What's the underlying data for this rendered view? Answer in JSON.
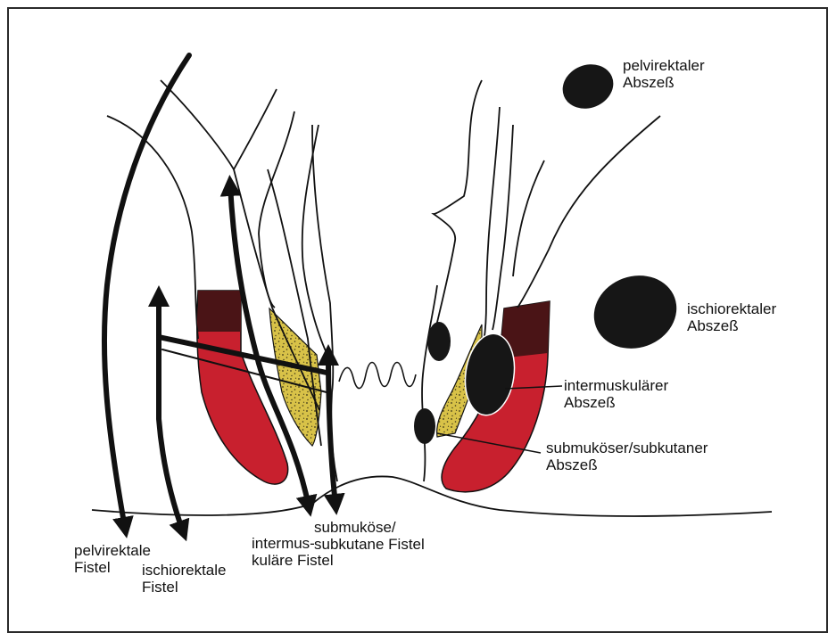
{
  "colors": {
    "border": "#2a2a2a",
    "muscle_red": "#c8202e",
    "muscle_dark": "#4a1416",
    "mucosa_yellow": "#d8c248",
    "abscess_black": "#161616",
    "line": "#111111"
  },
  "labels": {
    "pelvirektaler_abszess": [
      "pelvirektaler",
      "Abszeß"
    ],
    "ischiorektaler_abszess": [
      "ischiorektaler",
      "Abszeß"
    ],
    "intermuskulaerer_abszess": [
      "intermuskulärer",
      "Abszeß"
    ],
    "submukoeser_abszess": [
      "submuköser/subkutaner",
      "Abszeß"
    ],
    "submukoese_fistel": [
      "submuköse/",
      "subkutane Fistel"
    ],
    "intermuskulaere_fistel": [
      "intermus-",
      "kuläre Fistel"
    ],
    "pelvirektale_fistel": [
      "pelvirektale",
      "Fistel"
    ],
    "ischiorektale_fistel": [
      "ischiorektale",
      "Fistel"
    ]
  }
}
